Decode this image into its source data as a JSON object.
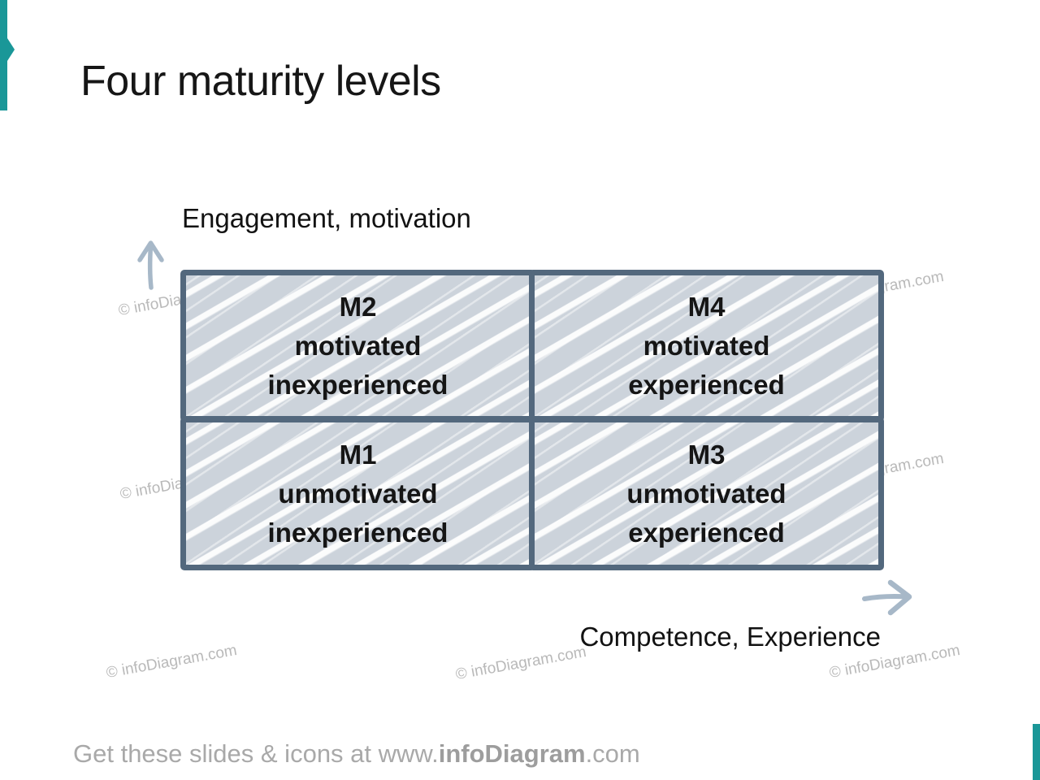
{
  "slide": {
    "title": "Four maturity levels",
    "accent_color": "#1a9798"
  },
  "matrix": {
    "y_axis_label": "Engagement, motivation",
    "x_axis_label": "Competence, Experience",
    "fill_color": "#ccd3db",
    "border_color": "#53687d",
    "arrow_color": "#a7b8c8",
    "quadrants": [
      {
        "position": "top-left",
        "code": "M2",
        "line1": "motivated",
        "line2": "inexperienced"
      },
      {
        "position": "top-right",
        "code": "M4",
        "line1": "motivated",
        "line2": "experienced"
      },
      {
        "position": "bottom-left",
        "code": "M1",
        "line1": "unmotivated",
        "line2": "inexperienced"
      },
      {
        "position": "bottom-right",
        "code": "M3",
        "line1": "unmotivated",
        "line2": "experienced"
      }
    ]
  },
  "watermark": {
    "text": "© infoDiagram.com",
    "color": "#b9b9b9"
  },
  "footer": {
    "prefix": "Get these slides & icons at www.",
    "brand": "infoDiagram",
    "suffix": ".com"
  }
}
